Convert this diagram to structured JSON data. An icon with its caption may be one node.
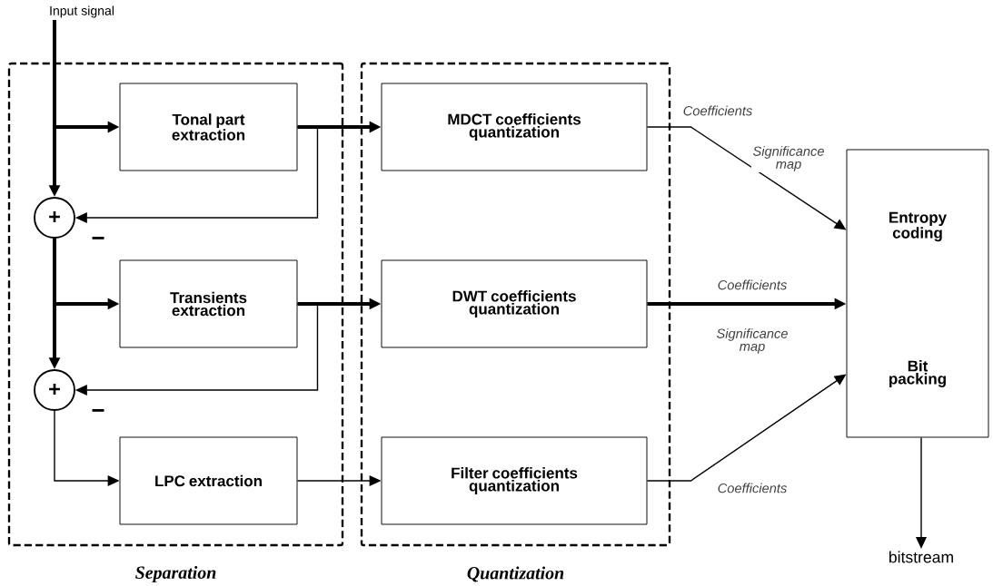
{
  "diagram": {
    "nodes": [
      {
        "text": [
          "Separation"
        ]
      },
      {
        "text": [
          "Quantization"
        ]
      },
      {
        "text": [
          "Tonal part extraction"
        ],
        "in": 0
      },
      {
        "text": [
          "+"
        ],
        "beside": [
          "−"
        ],
        "in": 0
      },
      {
        "text": [
          "Transients extraction"
        ],
        "in": 0
      },
      {
        "text": [
          "+"
        ],
        "beside": [
          "−"
        ],
        "in": 0
      },
      {
        "text": [
          "LPC extraction"
        ],
        "in": 0
      },
      {
        "text": [
          "MDCT coefficients quantization"
        ],
        "in": 1
      },
      {
        "text": [
          "DWT coefficients quantization"
        ],
        "in": 1
      },
      {
        "text": [
          "Filter coefficients quantization"
        ],
        "in": 1
      },
      {
        "text": [
          "Entropy coding",
          "Bit packing"
        ]
      },
      {
        "text": [
          "Input signal"
        ]
      },
      {
        "text": [
          "bitstream"
        ]
      }
    ],
    "edges": [
      {
        "from": 11,
        "to": 2,
        "arrow": "to",
        "style": "thick"
      },
      {
        "from": 11,
        "to": 3,
        "arrow": "to",
        "style": "thick"
      },
      {
        "from": 2,
        "to": 7,
        "arrow": "to",
        "style": "thick"
      },
      {
        "from": 2,
        "to": 3,
        "arrow": "to"
      },
      {
        "from": 3,
        "to": 4,
        "arrow": "to",
        "style": "thick"
      },
      {
        "from": 3,
        "to": 5,
        "arrow": "to",
        "style": "thick"
      },
      {
        "from": 4,
        "to": 8,
        "arrow": "to",
        "style": "thick"
      },
      {
        "from": 4,
        "to": 5,
        "arrow": "to"
      },
      {
        "from": 5,
        "to": 6,
        "arrow": "to"
      },
      {
        "from": 6,
        "to": 9,
        "arrow": "to"
      },
      {
        "from": 7,
        "to": 10,
        "arrow": "to",
        "label": "Coefficients"
      },
      {
        "from": 8,
        "to": 10,
        "arrow": "to",
        "style": "thick",
        "label": "Coefficients"
      },
      {
        "from": 9,
        "to": 10,
        "arrow": "to",
        "label": "Coefficients"
      },
      {
        "from": 10,
        "to": 12,
        "arrow": "to"
      }
    ],
    "labels": [
      "Significance map",
      "Significance map"
    ]
  }
}
